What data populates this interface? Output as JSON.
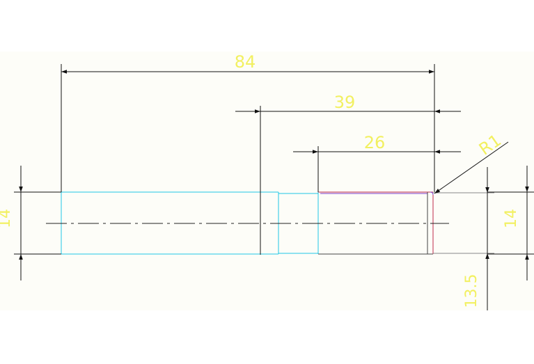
{
  "colors": {
    "top_band": "#ffffff",
    "canvas": "#fdfdf8",
    "bottom_band": "#ffffff",
    "dimension_lines": "#111111",
    "dimension_text": "#f2f060",
    "part_outline_cyan": "#1ec8e6",
    "part_outline_dark": "#444444",
    "part_outline_red": "#c0294a",
    "part_outline_purple": "#7a3cc8",
    "centerline": "#222222"
  },
  "dimensions": {
    "overall_length": "84",
    "mid_length": "39",
    "right_length": "26",
    "fillet_radius": "R1",
    "left_diameter": "14",
    "right_diameter": "14",
    "small_dimension": "13.5"
  }
}
